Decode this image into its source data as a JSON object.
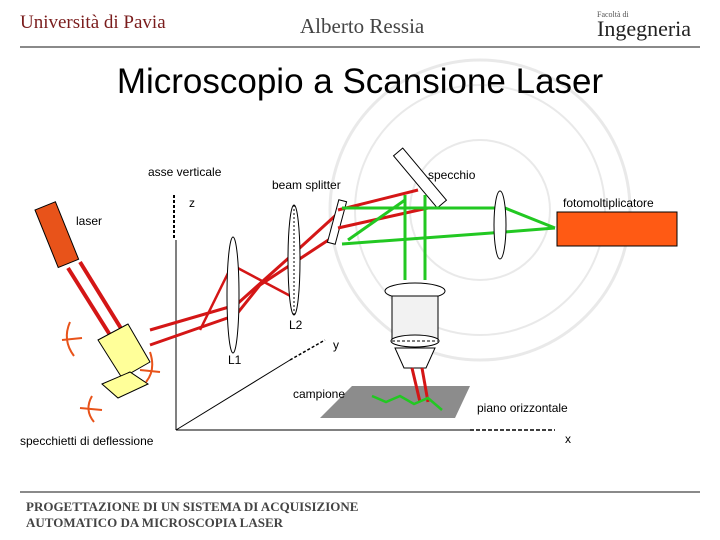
{
  "header": {
    "university": "Università di Pavia",
    "author": "Alberto Ressia",
    "faculty_small": "Facoltà di",
    "faculty": "Ingegneria"
  },
  "slide": {
    "title": "Microscopio a Scansione Laser"
  },
  "labels": {
    "asse_verticale": "asse verticale",
    "z": "z",
    "laser": "laser",
    "beam_splitter": "beam splitter",
    "specchio": "specchio",
    "fotomoltiplicatore": "fotomoltiplicatore",
    "l2": "L2",
    "l1": "L1",
    "y": "y",
    "campione": "campione",
    "piano_orizzontale": "piano orizzontale",
    "x": "x",
    "specchietti": "specchietti di deflessione"
  },
  "footer": {
    "line1": "PROGETTAZIONE DI UN SISTEMA DI ACQUISIZIONE",
    "line2": "AUTOMATICO DA MICROSCOPIA LASER"
  },
  "colors": {
    "red_beam": "#d41616",
    "green_beam": "#22c822",
    "laser_body": "#e8531a",
    "detector_body": "#ff5a14",
    "mirror_block": "#ffff99"
  }
}
